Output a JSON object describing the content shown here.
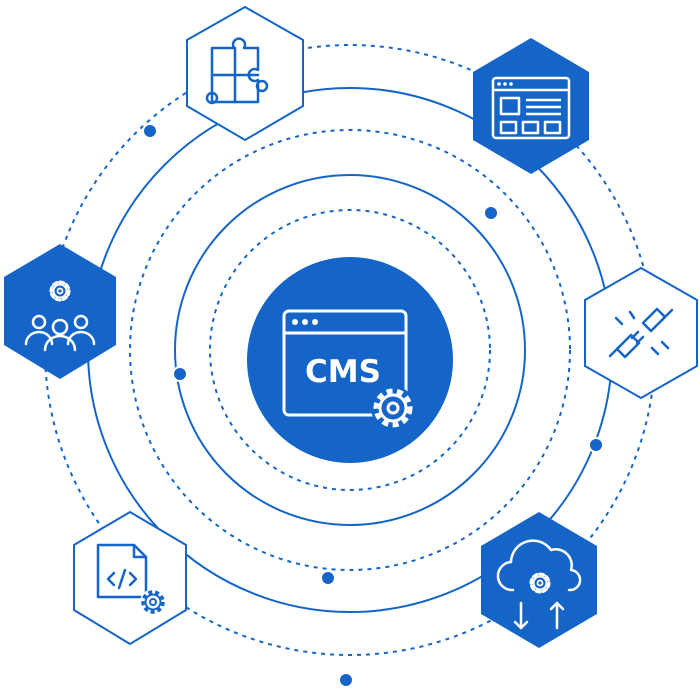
{
  "center": {
    "label": "CMS"
  },
  "colors": {
    "primary": "#1565C8",
    "white": "#ffffff"
  },
  "nodes": [
    {
      "id": "plugins",
      "icon": "puzzle-icon",
      "style": "outline"
    },
    {
      "id": "templates",
      "icon": "web-layout-icon",
      "style": "filled"
    },
    {
      "id": "users",
      "icon": "team-settings-icon",
      "style": "filled"
    },
    {
      "id": "integrations",
      "icon": "plug-connector-icon",
      "style": "outline"
    },
    {
      "id": "code",
      "icon": "code-file-settings-icon",
      "style": "outline"
    },
    {
      "id": "cloud",
      "icon": "cloud-sync-icon",
      "style": "filled"
    }
  ]
}
